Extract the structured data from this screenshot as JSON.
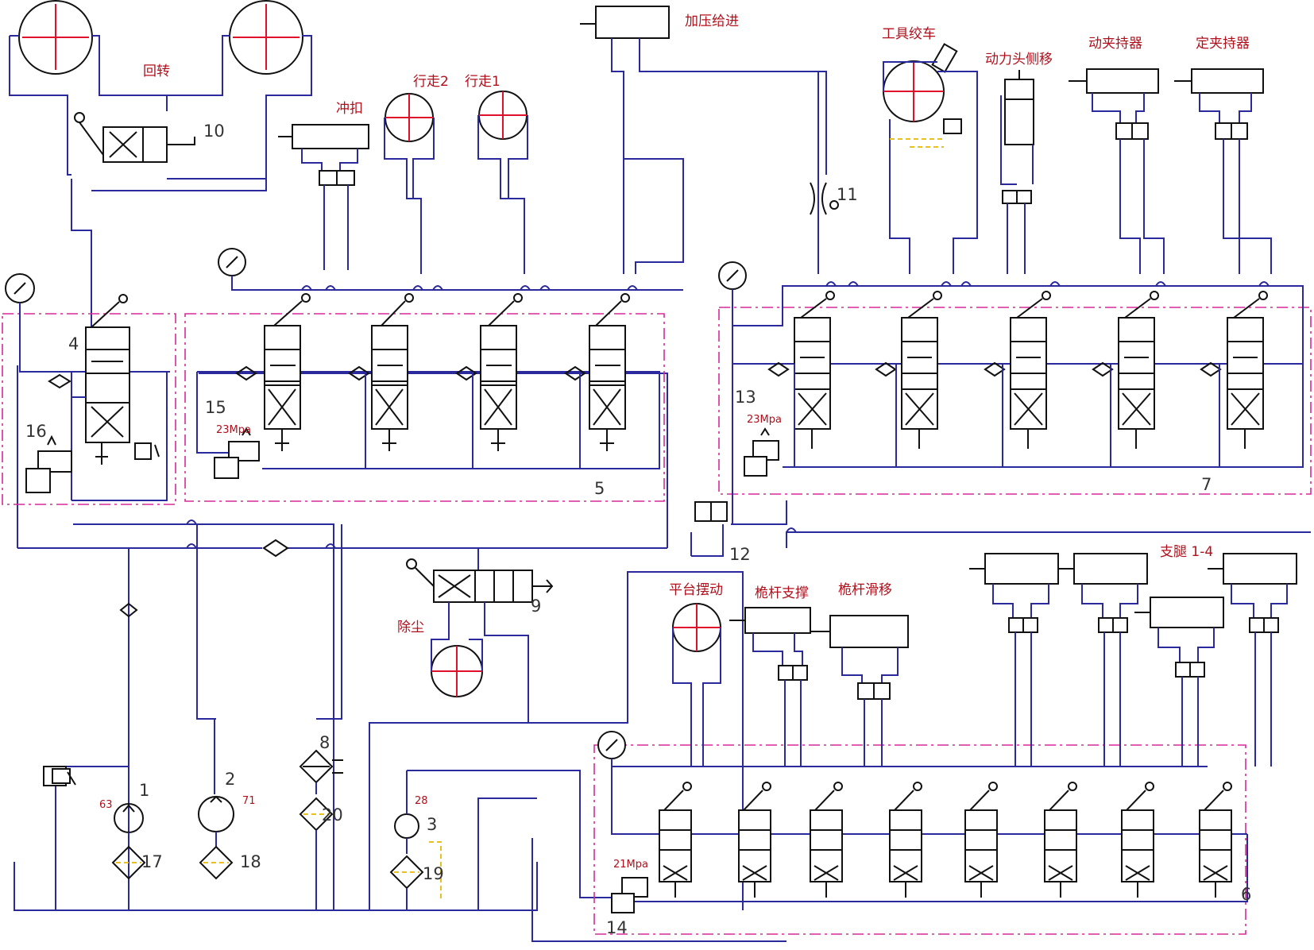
{
  "labels": {
    "huizhuan": "回转",
    "chongkou": "冲扣",
    "xingzou2": "行走2",
    "xingzou1": "行走1",
    "jiayageijin": "加压给进",
    "gongjujiaoche": "工具绞车",
    "donglitouceyi": "动力头侧移",
    "dongjiachiqi": "动夹持器",
    "dingjiachiqi": "定夹持器",
    "chuchen": "除尘",
    "pingtaibaidong": "平台摆动",
    "weiganzhicheng": "桅杆支撑",
    "weiganhuayi": "桅杆滑移",
    "zhitui": "支腿 1-4"
  },
  "pressures": {
    "p23a": "23Mpa",
    "p23b": "23Mpa",
    "p21": "21Mpa"
  },
  "pump_values": {
    "v63": "63",
    "v71": "71",
    "v28": "28"
  },
  "numbers": {
    "n1": "1",
    "n2": "2",
    "n3": "3",
    "n4": "4",
    "n5": "5",
    "n6": "6",
    "n7": "7",
    "n8": "8",
    "n9": "9",
    "n10": "10",
    "n11": "11",
    "n12": "12",
    "n13": "13",
    "n14": "14",
    "n15": "15",
    "n16": "16",
    "n17": "17",
    "n18": "18",
    "n19": "19",
    "n20": "20"
  },
  "colors": {
    "pipe": "#2a2a9c",
    "symbol": "#111111",
    "centerline": "#e0102a",
    "block_outline": "#d62a9a",
    "pilot_line": "#e8c020",
    "label": "#b0101c"
  }
}
